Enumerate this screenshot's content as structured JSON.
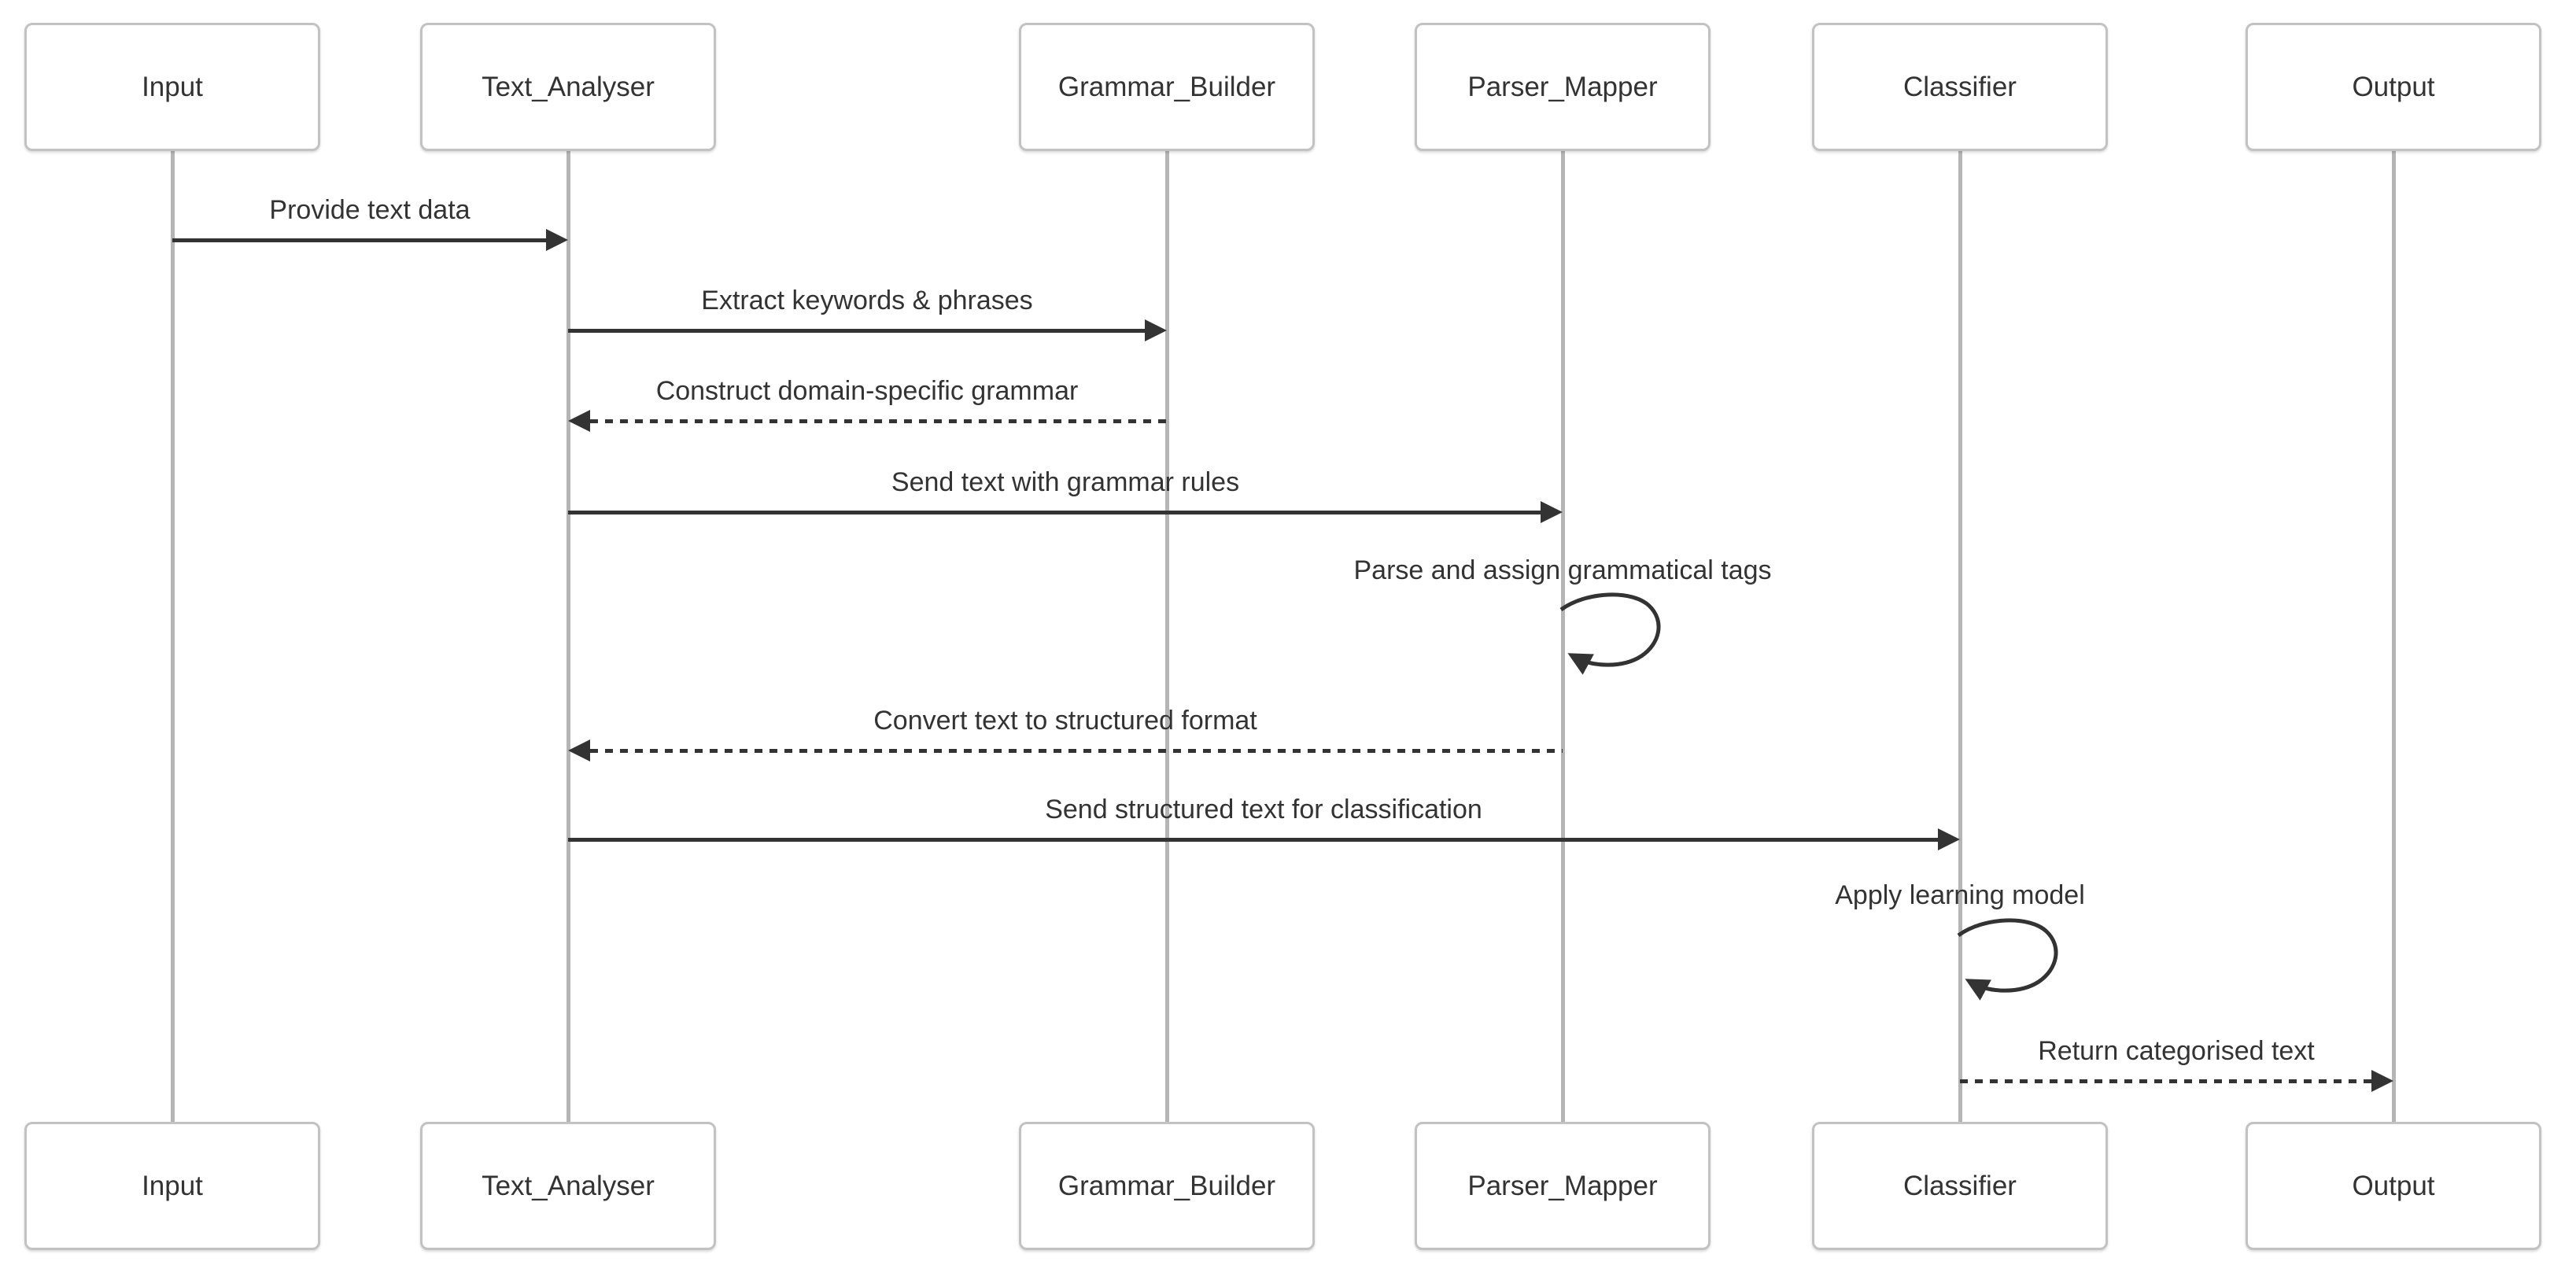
{
  "diagram": {
    "type": "sequence-diagram",
    "participants": [
      {
        "name": "Input"
      },
      {
        "name": "Text_Analyser"
      },
      {
        "name": "Grammar_Builder"
      },
      {
        "name": "Parser_Mapper"
      },
      {
        "name": "Classifier"
      },
      {
        "name": "Output"
      }
    ],
    "messages": [
      {
        "label": "Provide text data",
        "from": "Input",
        "to": "Text_Analyser",
        "style": "solid",
        "direction": "right"
      },
      {
        "label": "Extract keywords & phrases",
        "from": "Text_Analyser",
        "to": "Grammar_Builder",
        "style": "solid",
        "direction": "right"
      },
      {
        "label": "Construct domain-specific grammar",
        "from": "Grammar_Builder",
        "to": "Text_Analyser",
        "style": "dashed",
        "direction": "left"
      },
      {
        "label": "Send text with grammar rules",
        "from": "Text_Analyser",
        "to": "Parser_Mapper",
        "style": "solid",
        "direction": "right"
      },
      {
        "label": "Parse and assign grammatical tags",
        "from": "Parser_Mapper",
        "to": "Parser_Mapper",
        "style": "self",
        "direction": "self"
      },
      {
        "label": "Convert text to structured format",
        "from": "Parser_Mapper",
        "to": "Text_Analyser",
        "style": "dashed",
        "direction": "left"
      },
      {
        "label": "Send structured text for classification",
        "from": "Text_Analyser",
        "to": "Classifier",
        "style": "solid",
        "direction": "right"
      },
      {
        "label": "Apply learning model",
        "from": "Classifier",
        "to": "Classifier",
        "style": "self",
        "direction": "self"
      },
      {
        "label": "Return categorised text",
        "from": "Classifier",
        "to": "Output",
        "style": "dashed",
        "direction": "right"
      }
    ],
    "colors": {
      "arrow": "#333333",
      "lifeline": "#b5b5b5",
      "actor_border": "#c2c2c2",
      "actor_fill": "#ffffff",
      "text": "#333333",
      "background": "#ffffff"
    }
  }
}
